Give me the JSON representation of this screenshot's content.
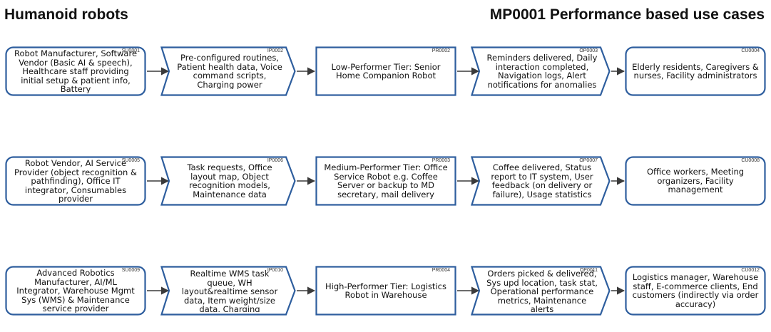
{
  "header": {
    "left_title": "Humanoid robots",
    "right_title": "MP0001 Performance based use cases"
  },
  "colors": {
    "border": "#2e5e9e",
    "arrow": "#3a3a3a",
    "fill": "#ffffff",
    "text": "#111111"
  },
  "rows": [
    {
      "nodes": [
        {
          "kind": "supplier",
          "code": "SU0001",
          "text": "Robot Manufacturer, Software Vendor (Basic AI & speech), Healthcare staff providing initial setup & patient info, Battery"
        },
        {
          "kind": "input",
          "code": "IP0002",
          "text": "Pre-configured routines, Patient health data, Voice command scripts, Charging power"
        },
        {
          "kind": "process",
          "code": "PR0002",
          "text": "Low-Performer Tier: Senior Home Companion Robot"
        },
        {
          "kind": "output",
          "code": "OP0003",
          "text": "Reminders delivered, Daily interaction completed, Navigation logs, Alert notifications for anomalies"
        },
        {
          "kind": "customer",
          "code": "CU0004",
          "text": "Elderly residents, Caregivers & nurses, Facility administrators"
        }
      ]
    },
    {
      "nodes": [
        {
          "kind": "supplier",
          "code": "SU0005",
          "text": "Robot Vendor, AI Service Provider (object recognition & pathfinding), Office IT integrator, Consumables provider"
        },
        {
          "kind": "input",
          "code": "IP0006",
          "text": "Task requests, Office layout map, Object recognition models, Maintenance data"
        },
        {
          "kind": "process",
          "code": "PR0003",
          "text": "Medium-Performer Tier: Office Service Robot e.g. Coffee Server or backup to MD secretary, mail delivery"
        },
        {
          "kind": "output",
          "code": "OP0007",
          "text": "Coffee delivered, Status report to IT system, User feedback (on delivery or failure), Usage statistics"
        },
        {
          "kind": "customer",
          "code": "CU0008",
          "text": "Office workers, Meeting organizers, Facility management"
        }
      ]
    },
    {
      "nodes": [
        {
          "kind": "supplier",
          "code": "SU0009",
          "text": "Advanced Robotics Manufacturer, AI/ML Integrator, Warehouse Mgmt Sys (WMS) & Maintenance service provider"
        },
        {
          "kind": "input",
          "code": "IP0010",
          "text": "Realtime WMS task queue, WH layout&realtime sensor data, Item weight/size data, Charging infrastructure &"
        },
        {
          "kind": "process",
          "code": "PR0004",
          "text": "High-Performer Tier: Logistics Robot in Warehouse"
        },
        {
          "kind": "output",
          "code": "OP0011",
          "text": "Orders picked & delivered, Sys upd location, task stat, Operational performance metrics, Maintenance alerts"
        },
        {
          "kind": "customer",
          "code": "CU0012",
          "text": "Logistics manager, Warehouse staff, E-commerce clients, End customers (indirectly via order accuracy)"
        }
      ]
    }
  ]
}
